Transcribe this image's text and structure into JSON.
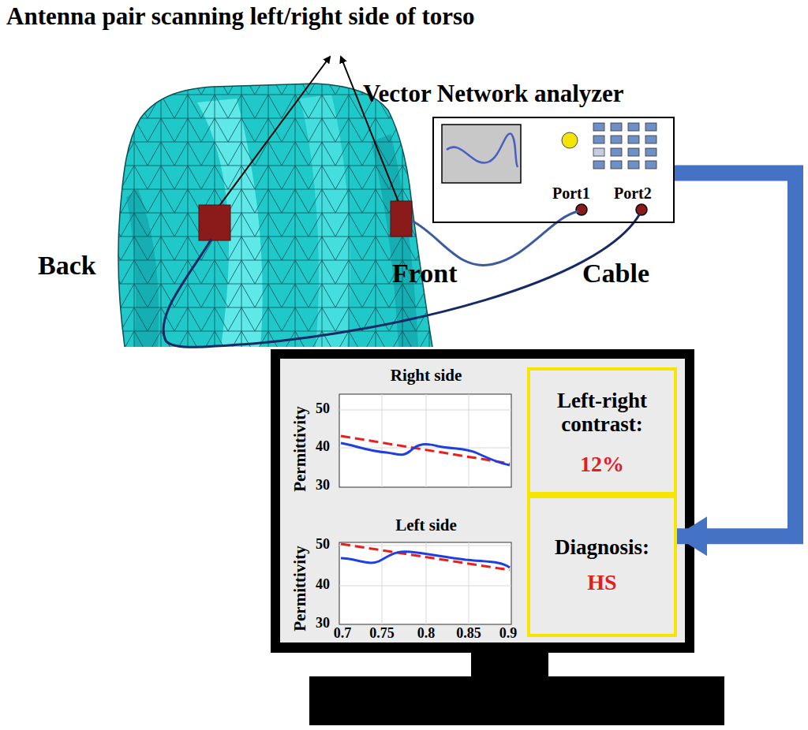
{
  "diagram": {
    "title": "Antenna pair scanning left/right side of torso",
    "nodes": [
      {
        "text": [
          "Vector Network analyzer",
          "Port1",
          "Port2"
        ]
      },
      {
        "text": [
          "Left-right contrast:",
          "12%"
        ]
      },
      {
        "text": [
          "Diagnosis:",
          "HS"
        ]
      }
    ],
    "edges": [
      {
        "from": 0,
        "to": 2,
        "arrow": "to"
      }
    ],
    "labels": [
      "Back",
      "Front",
      "Cable",
      "Right side",
      "Left side",
      "Permittivity",
      "Permittivity",
      "50",
      "40",
      "30",
      "50",
      "40",
      "30",
      "0.7",
      "0.75",
      "0.8",
      "0.85",
      "0.9"
    ]
  }
}
